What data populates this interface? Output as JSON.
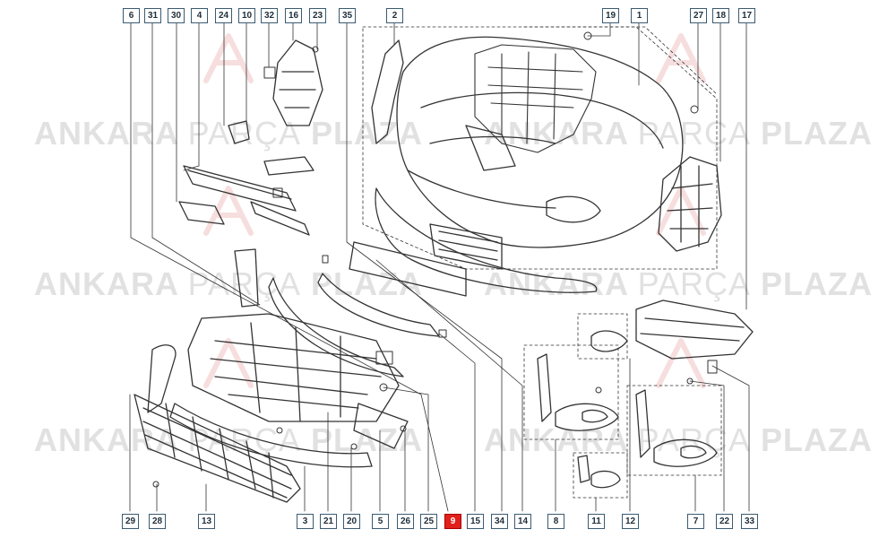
{
  "watermark": {
    "brand_strong_1": "ANKARA",
    "brand_thin": "PARÇA",
    "brand_strong_2": "PLAZA"
  },
  "colors": {
    "line": "#333333",
    "callout_border": "#3a5b72",
    "highlight": "#e0201b",
    "watermark_logo": "#e8a0a0"
  },
  "callouts_top": [
    "6",
    "31",
    "30",
    "4",
    "24",
    "10",
    "32",
    "16",
    "23",
    "35",
    "2",
    "19",
    "1",
    "27",
    "18",
    "17"
  ],
  "callouts_bottom": [
    "29",
    "28",
    "13",
    "3",
    "21",
    "20",
    "5",
    "26",
    "25",
    "9",
    "15",
    "34",
    "14",
    "8",
    "11",
    "12",
    "7",
    "22",
    "33"
  ],
  "highlighted_part": "9"
}
